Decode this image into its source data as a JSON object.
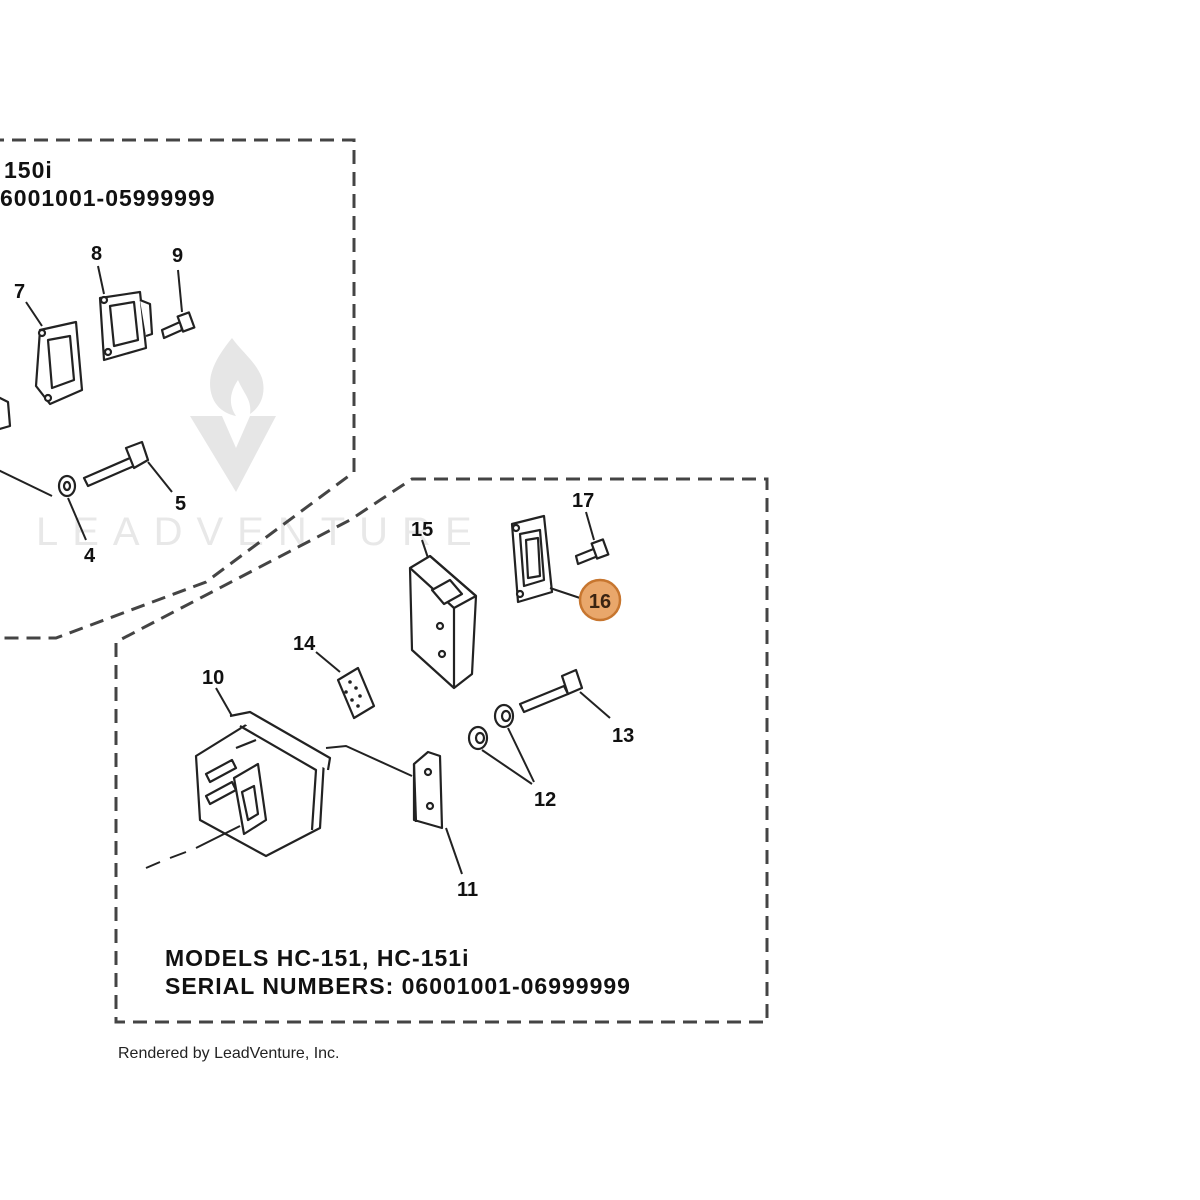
{
  "upper_box": {
    "title_line1": "150i",
    "title_line2": "6001001-05999999"
  },
  "lower_box": {
    "title_line1": "MODELS  HC-151,  HC-151i",
    "title_line2": "SERIAL NUMBERS: 06001001-06999999"
  },
  "callouts": {
    "c4": "4",
    "c5": "5",
    "c7": "7",
    "c8": "8",
    "c9": "9",
    "c10": "10",
    "c11": "11",
    "c12": "12",
    "c13": "13",
    "c14": "14",
    "c15": "15",
    "c16": "16",
    "c17": "17"
  },
  "highlighted_callout": "16",
  "watermark": "LEADVENTURE",
  "footer": "Rendered by LeadVenture, Inc.",
  "colors": {
    "highlight_fill": "#e9a76b",
    "highlight_stroke": "#c7762f"
  }
}
